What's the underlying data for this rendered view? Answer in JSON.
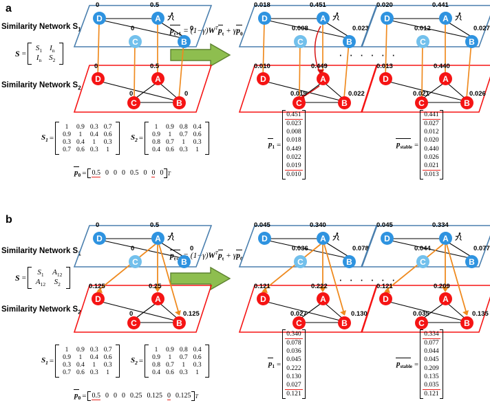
{
  "figure": {
    "panels": [
      {
        "letter": "a",
        "labels": {
          "network1": "Similarity Network S",
          "network1_sub": "1",
          "network2": "Similarity Network S",
          "network2_sub": "2"
        },
        "block_matrix": {
          "lhs": "S",
          "cells": [
            [
              "S",
              "1",
              "I",
              "n"
            ],
            [
              "I",
              "n",
              "S",
              "2"
            ]
          ]
        },
        "similarity_matrices": [
          {
            "name": "S",
            "sub": "1",
            "rows": [
              [
                "1",
                "0.9",
                "0.3",
                "0.7"
              ],
              [
                "0.9",
                "1",
                "0.4",
                "0.6"
              ],
              [
                "0.3",
                "0.4",
                "1",
                "0.3"
              ],
              [
                "0.7",
                "0.6",
                "0.3",
                "1"
              ]
            ]
          },
          {
            "name": "S",
            "sub": "2",
            "rows": [
              [
                "1",
                "0.9",
                "0.8",
                "0.4"
              ],
              [
                "0.9",
                "1",
                "0.7",
                "0.6"
              ],
              [
                "0.8",
                "0.7",
                "1",
                "0.3"
              ],
              [
                "0.4",
                "0.6",
                "0.3",
                "1"
              ]
            ]
          }
        ],
        "p0": {
          "name": "p",
          "sub": "0",
          "values": [
            "0.5",
            "0",
            "0",
            "0",
            "0.5",
            "0",
            "0",
            "0"
          ],
          "underlined": [
            0,
            6
          ],
          "transpose": "T"
        },
        "equation": "p_{t+1} = (1-γ)W^T p_t + γ p_0",
        "steps": [
          {
            "id": "initial",
            "top_values": {
              "D": "0",
              "A": "0.5",
              "C": "0",
              "B": "0"
            },
            "bottom_values": {
              "D": "0",
              "A": "0.5",
              "C": "0",
              "B": "0"
            },
            "cross_arrow": false,
            "intra_arrow": false
          },
          {
            "id": "iteration-1",
            "top_values": {
              "D": "0.018",
              "A": "0.451",
              "C": "0.008",
              "B": "0.023"
            },
            "bottom_values": {
              "D": "0.010",
              "A": "0.449",
              "C": "0.019",
              "B": "0.022"
            },
            "cross_arrow": true,
            "intra_arrow": true,
            "result_vector": {
              "name": "p",
              "sub": "1",
              "values": [
                "0.451",
                "0.023",
                "0.008",
                "0.018",
                "0.449",
                "0.022",
                "0.019",
                "0.010"
              ],
              "red_underline_after": [
                0,
                6
              ]
            }
          },
          {
            "id": "stable",
            "top_values": {
              "D": "0.020",
              "A": "0.441",
              "C": "0.012",
              "B": "0.027"
            },
            "bottom_values": {
              "D": "0.013",
              "A": "0.440",
              "C": "0.021",
              "B": "0.026"
            },
            "cross_arrow": false,
            "intra_arrow": false,
            "result_vector": {
              "name": "p",
              "sub": "stable",
              "values": [
                "0.441",
                "0.027",
                "0.012",
                "0.020",
                "0.440",
                "0.026",
                "0.021",
                "0.013"
              ],
              "red_underline_after": [
                0,
                6
              ]
            }
          }
        ],
        "ellipsis": "· · · · · ·"
      },
      {
        "letter": "b",
        "labels": {
          "network1": "Similarity Network S",
          "network1_sub": "1",
          "network2": "Similarity Network S",
          "network2_sub": "2"
        },
        "block_matrix": {
          "lhs": "S",
          "cells": [
            [
              "S",
              "1",
              "A",
              "12"
            ],
            [
              "A",
              "12",
              "S",
              "2"
            ]
          ]
        },
        "similarity_matrices": [
          {
            "name": "S",
            "sub": "1",
            "rows": [
              [
                "1",
                "0.9",
                "0.3",
                "0.7"
              ],
              [
                "0.9",
                "1",
                "0.4",
                "0.6"
              ],
              [
                "0.3",
                "0.4",
                "1",
                "0.3"
              ],
              [
                "0.7",
                "0.6",
                "0.3",
                "1"
              ]
            ]
          },
          {
            "name": "S",
            "sub": "2",
            "rows": [
              [
                "1",
                "0.9",
                "0.8",
                "0.4"
              ],
              [
                "0.9",
                "1",
                "0.7",
                "0.6"
              ],
              [
                "0.8",
                "0.7",
                "1",
                "0.3"
              ],
              [
                "0.4",
                "0.6",
                "0.3",
                "1"
              ]
            ]
          }
        ],
        "p0": {
          "name": "p",
          "sub": "0",
          "values": [
            "0.5",
            "0",
            "0",
            "0",
            "0.25",
            "0.125",
            "0",
            "0.125"
          ],
          "underlined": [
            0,
            6
          ],
          "transpose": "T"
        },
        "equation": "p_{t+1} = (1-γ)W^T p_t + γ p_0",
        "steps": [
          {
            "id": "initial",
            "top_values": {
              "D": "0",
              "A": "0.5",
              "C": "0",
              "B": "0"
            },
            "bottom_values": {
              "D": "0.125",
              "A": "0.25",
              "C": "0",
              "B": "0.125"
            },
            "cross_arrow": true,
            "intra_arrow": false
          },
          {
            "id": "iteration-1",
            "top_values": {
              "D": "0.045",
              "A": "0.340",
              "C": "0.036",
              "B": "0.078"
            },
            "bottom_values": {
              "D": "0.121",
              "A": "0.222",
              "C": "0.027",
              "B": "0.130"
            },
            "cross_arrow": true,
            "intra_arrow": false,
            "result_vector": {
              "name": "p",
              "sub": "1",
              "values": [
                "0.340",
                "0.078",
                "0.036",
                "0.045",
                "0.222",
                "0.130",
                "0.027",
                "0.121"
              ],
              "red_underline_after": [
                0,
                6
              ]
            }
          },
          {
            "id": "stable",
            "top_values": {
              "D": "0.045",
              "A": "0.334",
              "C": "0.044",
              "B": "0.077"
            },
            "bottom_values": {
              "D": "0.121",
              "A": "0.209",
              "C": "0.035",
              "B": "0.135"
            },
            "cross_arrow": true,
            "intra_arrow": false,
            "result_vector": {
              "name": "p",
              "sub": "stable",
              "values": [
                "0.334",
                "0.077",
                "0.044",
                "0.045",
                "0.209",
                "0.135",
                "0.035",
                "0.121"
              ],
              "red_underline_after": [
                0,
                6
              ]
            }
          }
        ],
        "ellipsis": "· · · · · ·"
      }
    ],
    "node_names": [
      "D",
      "A",
      "C",
      "B"
    ],
    "icons": {
      "runner": "🏃",
      "green_arrow": "green-right-arrow"
    },
    "colors": {
      "top_plane_border": "#4a7fae",
      "bottom_plane_border": "#f51414",
      "node_blue": "#2e93e0",
      "node_blue_pale": "#72c0ec",
      "node_red": "#f51414",
      "link_orange": "#ef8a1f",
      "arrow_red": "#d61111",
      "arrow_green": "#76a83c",
      "underline_red": "#e8201a"
    }
  }
}
